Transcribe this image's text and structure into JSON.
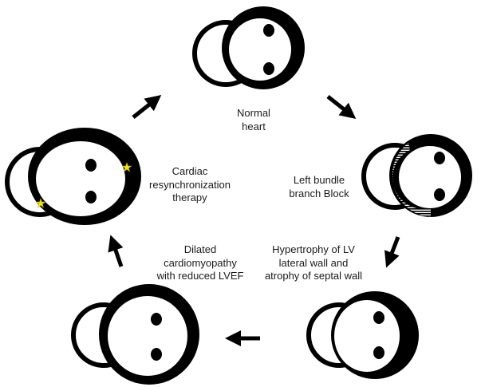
{
  "labels": {
    "normal": [
      "Normal",
      "heart"
    ],
    "lbbb": [
      "Left bundle",
      "branch Block"
    ],
    "hypertrophy": [
      "Hypertrophy of LV",
      "lateral wall and",
      "atrophy of septal wall"
    ],
    "dilated": [
      "Dilated",
      "cardiomyopathy",
      "with reduced LVEF"
    ],
    "crt": [
      "Cardiac",
      "resynchronization",
      "therapy"
    ]
  },
  "colors": {
    "ink": "#000000",
    "fill": "#ffffff",
    "pacing_marker": "#f2e01a"
  },
  "markers": {
    "crt_lead_icon": "star-icon",
    "lbbb_block_icon": "hatched-conduction-block"
  }
}
